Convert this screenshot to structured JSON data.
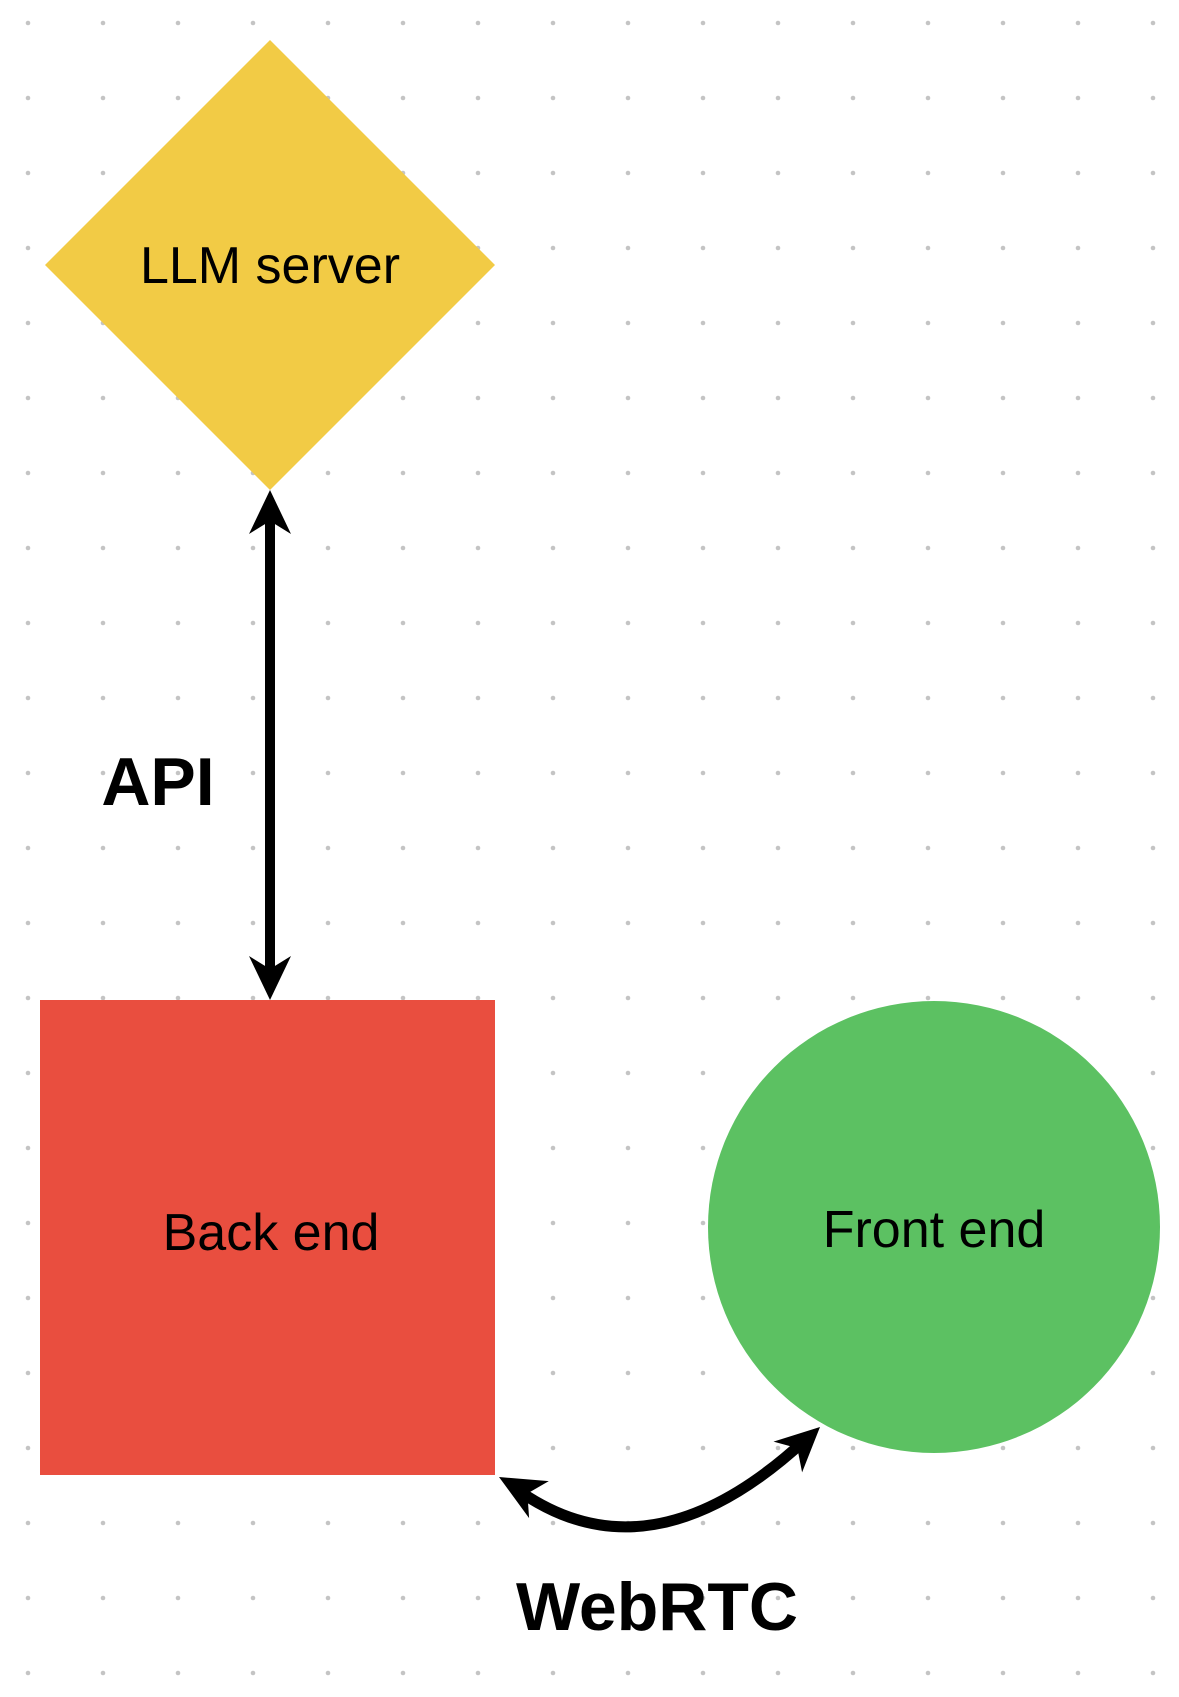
{
  "canvas": {
    "kind": "whiteboard-diagram"
  },
  "colors": {
    "background": "#ffffff",
    "dot_grid": "#c4c4c4",
    "diamond_fill": "#f2cb45",
    "square_fill": "#e94e3f",
    "circle_fill": "#5cc162",
    "arrow": "#000000",
    "label_text": "#000000"
  },
  "nodes": {
    "llm_server": {
      "label": "LLM server",
      "shape": "diamond"
    },
    "back_end": {
      "label": "Back end",
      "shape": "square"
    },
    "front_end": {
      "label": "Front end",
      "shape": "circle"
    }
  },
  "edges": {
    "api": {
      "label": "API",
      "style": "straight-double-arrow",
      "connects": "LLM server ↔ Back end"
    },
    "webrtc": {
      "label": "WebRTC",
      "style": "curved-double-arrow",
      "connects": "Back end ↔ Front end"
    }
  }
}
